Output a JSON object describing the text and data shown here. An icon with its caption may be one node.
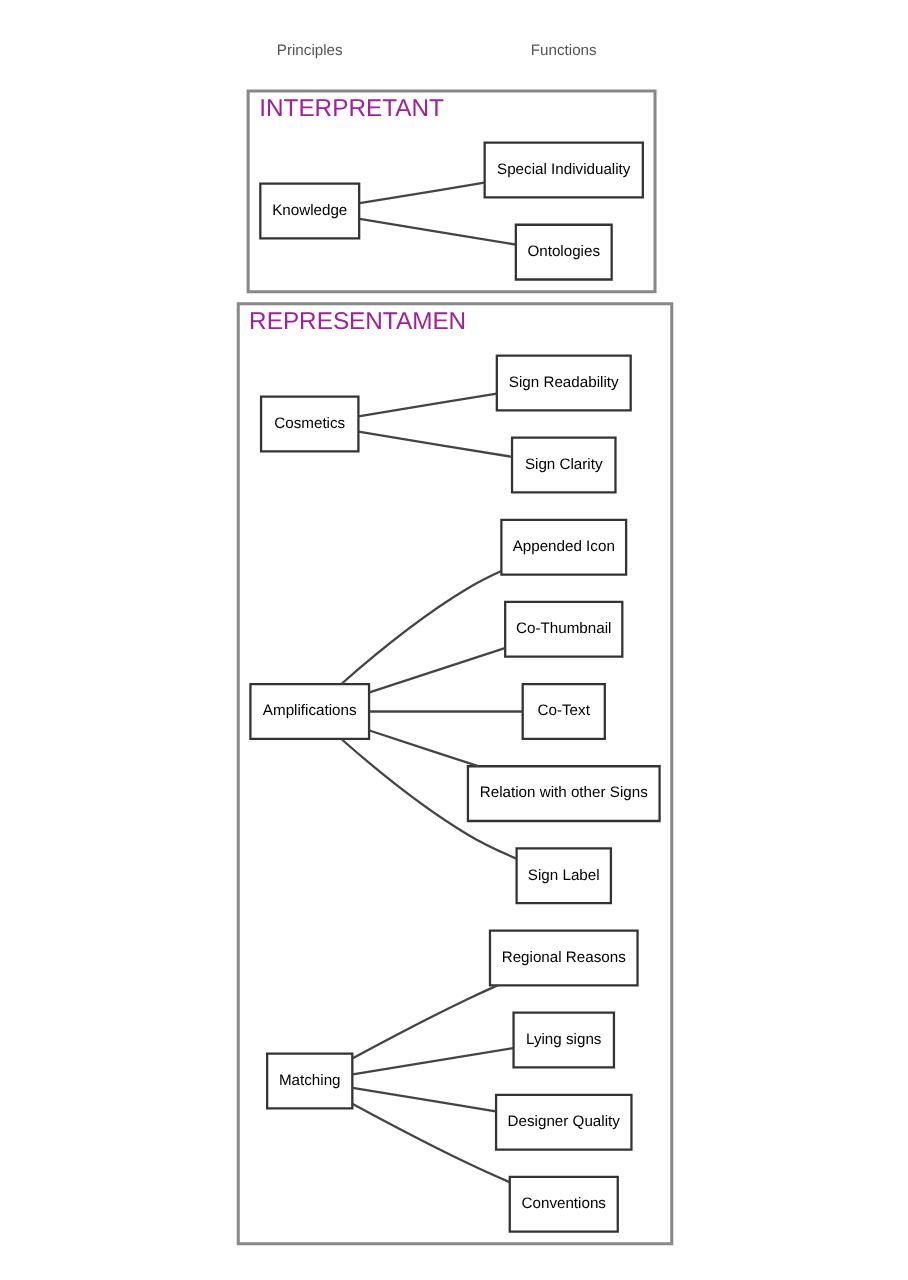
{
  "diagram": {
    "nodes": [
      {
        "text": [
          "REPRESENTAMEN"
        ]
      },
      {
        "text": [
          "Cosmetics"
        ],
        "in": 0
      },
      {
        "text": [
          "Sign Clarity"
        ],
        "in": 0
      },
      {
        "text": [
          "Sign Readability"
        ],
        "in": 0
      },
      {
        "text": [
          "Amplifications"
        ],
        "in": 0
      },
      {
        "text": [
          "Sign Label"
        ],
        "in": 0
      },
      {
        "text": [
          "Relation with other Signs"
        ],
        "in": 0
      },
      {
        "text": [
          "Co-Text"
        ],
        "in": 0
      },
      {
        "text": [
          "Co-Thumbnail"
        ],
        "in": 0
      },
      {
        "text": [
          "Appended Icon"
        ],
        "in": 0
      },
      {
        "text": [
          "Matching"
        ],
        "in": 0
      },
      {
        "text": [
          "Conventions"
        ],
        "in": 0
      },
      {
        "text": [
          "Designer Quality"
        ],
        "in": 0
      },
      {
        "text": [
          "Lying signs"
        ],
        "in": 0
      },
      {
        "text": [
          "Regional Reasons"
        ],
        "in": 0
      },
      {
        "text": [
          "INTERPRETANT"
        ]
      },
      {
        "text": [
          "Knowledge"
        ],
        "in": 15
      },
      {
        "text": [
          "Ontologies"
        ],
        "in": 15
      },
      {
        "text": [
          "Special Individuality"
        ],
        "in": 15
      }
    ],
    "edges": [
      {
        "from": 1,
        "to": 2,
        "arrow": "none"
      },
      {
        "from": 1,
        "to": 3,
        "arrow": "none"
      },
      {
        "from": 4,
        "to": 5,
        "arrow": "none"
      },
      {
        "from": 4,
        "to": 6,
        "arrow": "none"
      },
      {
        "from": 4,
        "to": 7,
        "arrow": "none"
      },
      {
        "from": 4,
        "to": 8,
        "arrow": "none"
      },
      {
        "from": 4,
        "to": 9,
        "arrow": "none"
      },
      {
        "from": 10,
        "to": 11,
        "arrow": "none"
      },
      {
        "from": 10,
        "to": 12,
        "arrow": "none"
      },
      {
        "from": 10,
        "to": 13,
        "arrow": "none"
      },
      {
        "from": 10,
        "to": 14,
        "arrow": "none"
      },
      {
        "from": 16,
        "to": 17,
        "arrow": "none"
      },
      {
        "from": 16,
        "to": 18,
        "arrow": "none"
      }
    ],
    "labels": [
      "Principles",
      "Functions"
    ]
  }
}
